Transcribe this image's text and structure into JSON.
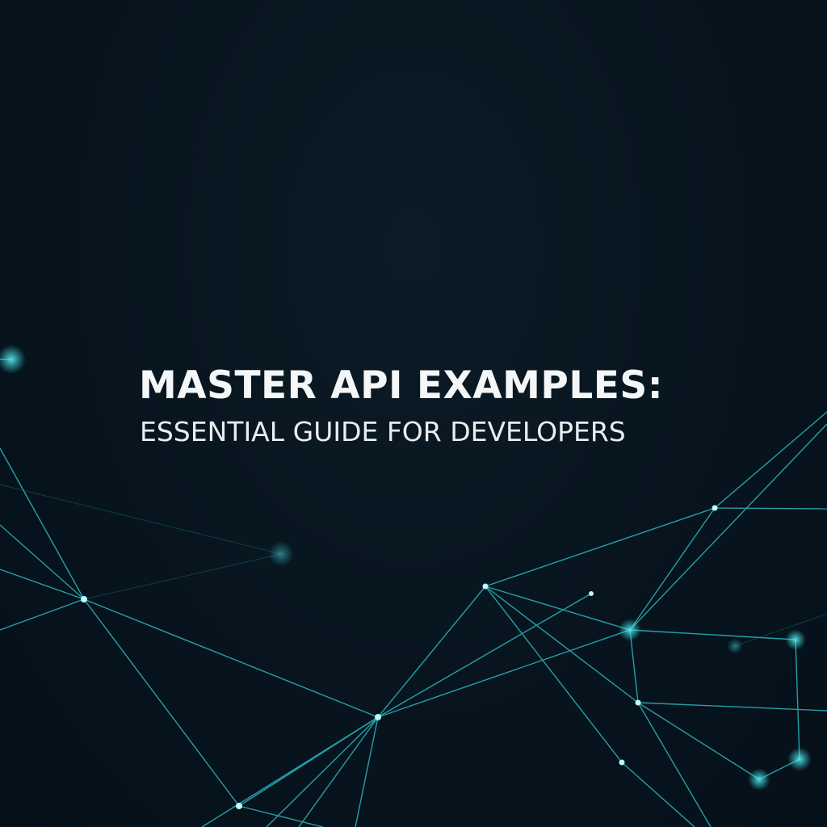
{
  "title": "MASTER API EXAMPLES:",
  "subtitle": "ESSENTIAL GUIDE FOR DEVELOPERS",
  "colors": {
    "background": "#06131d",
    "accent": "#2fd3d8",
    "text": "#f4f6f7"
  },
  "decoration": "network-graph-lines"
}
